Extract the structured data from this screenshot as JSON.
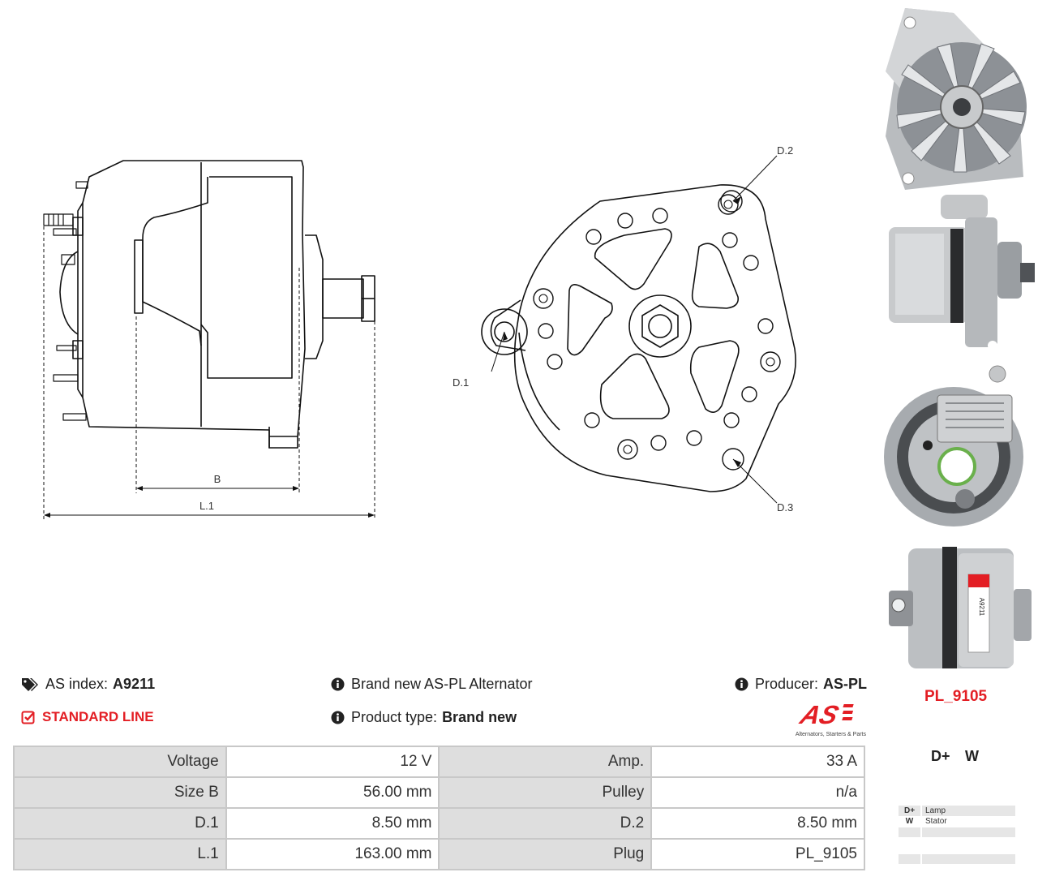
{
  "drawing": {
    "dim_b": "B",
    "dim_l1": "L.1",
    "dim_d1": "D.1",
    "dim_d2": "D.2",
    "dim_d3": "D.3"
  },
  "photos": [
    {
      "name": "front-pulley-photo",
      "desc": "fan"
    },
    {
      "name": "side-photo",
      "desc": "side"
    },
    {
      "name": "rear-photo",
      "desc": "rear"
    },
    {
      "name": "label-photo",
      "desc": "label",
      "label_text": "A9211"
    }
  ],
  "info": {
    "index_label": "AS index:",
    "index_value": "A9211",
    "line_label": "STANDARD LINE",
    "brand_text": "Brand new AS-PL Alternator",
    "product_type_label": "Product type:",
    "product_type_value": "Brand new",
    "producer_label": "Producer:",
    "producer_value": "AS-PL"
  },
  "logo": {
    "mark": "AS",
    "tagline": "Alternators, Starters & Parts"
  },
  "plug_code": "PL_9105",
  "specs": [
    {
      "label1": "Voltage",
      "value1": "12 V",
      "label2": "Amp.",
      "value2": "33 A"
    },
    {
      "label1": "Size B",
      "value1": "56.00 mm",
      "label2": "Pulley",
      "value2": "n/a"
    },
    {
      "label1": "D.1",
      "value1": "8.50 mm",
      "label2": "D.2",
      "value2": "8.50 mm"
    },
    {
      "label1": "L.1",
      "value1": "163.00 mm",
      "label2": "Plug",
      "value2": "PL_9105"
    }
  ],
  "connectors": {
    "headers": [
      "D+",
      "W"
    ],
    "rows": [
      {
        "code": "D+",
        "desc": "Lamp"
      },
      {
        "code": "W",
        "desc": "Stator"
      },
      {
        "code": "",
        "desc": ""
      },
      {
        "code": "",
        "desc": ""
      }
    ]
  },
  "colors": {
    "accent_red": "#e31e24",
    "label_cell_bg": "#dedede",
    "border": "#c8c8c8"
  }
}
